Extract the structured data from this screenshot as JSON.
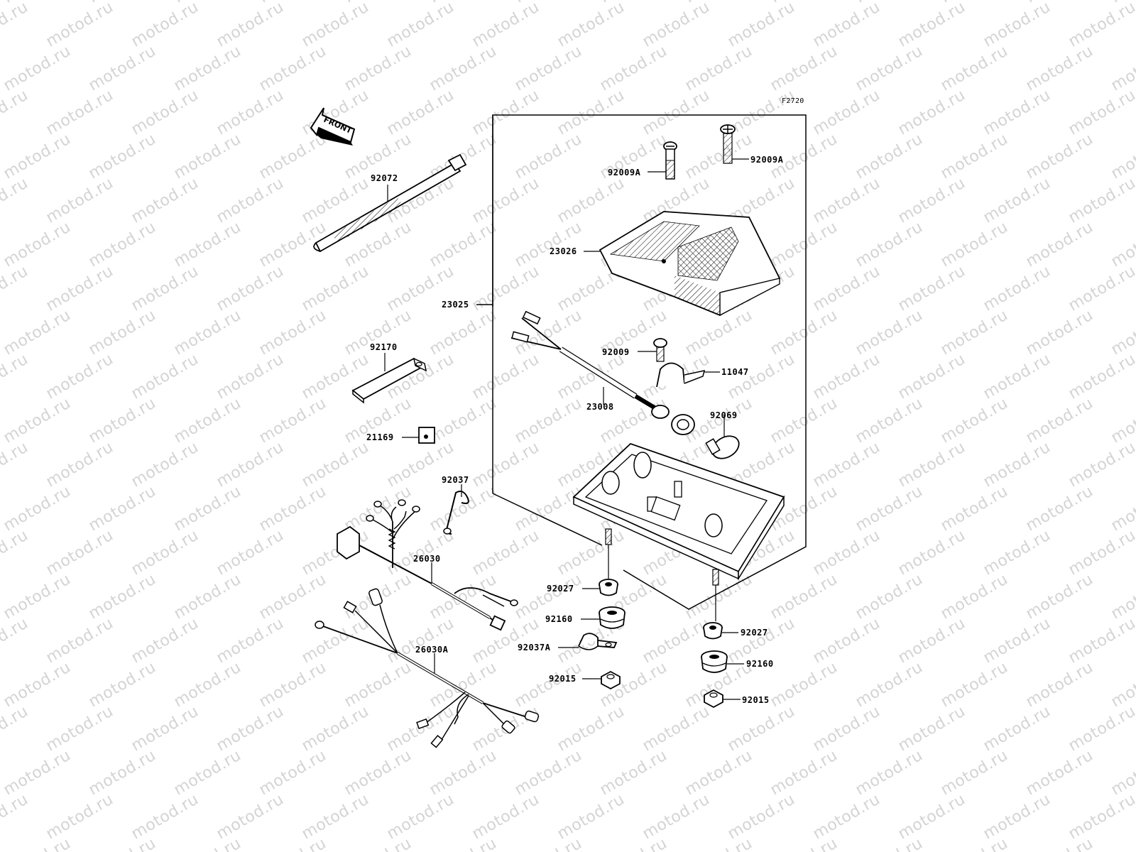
{
  "watermark_text": "motod.ru",
  "figure_code": "F2720",
  "front_label": "FRONT",
  "part_labels": {
    "p92072": "92072",
    "p92170": "92170",
    "p21169": "21169",
    "p92037": "92037",
    "p26030": "26030",
    "p26030A": "26030A",
    "p23025": "23025",
    "p92009A_left": "92009A",
    "p92009A_right": "92009A",
    "p23026": "23026",
    "p92009": "92009",
    "p11047": "11047",
    "p23008": "23008",
    "p92069": "92069",
    "p92027_left": "92027",
    "p92160_left": "92160",
    "p92037A": "92037A",
    "p92015_left": "92015",
    "p92027_right": "92027",
    "p92160_right": "92160",
    "p92015_right": "92015"
  }
}
